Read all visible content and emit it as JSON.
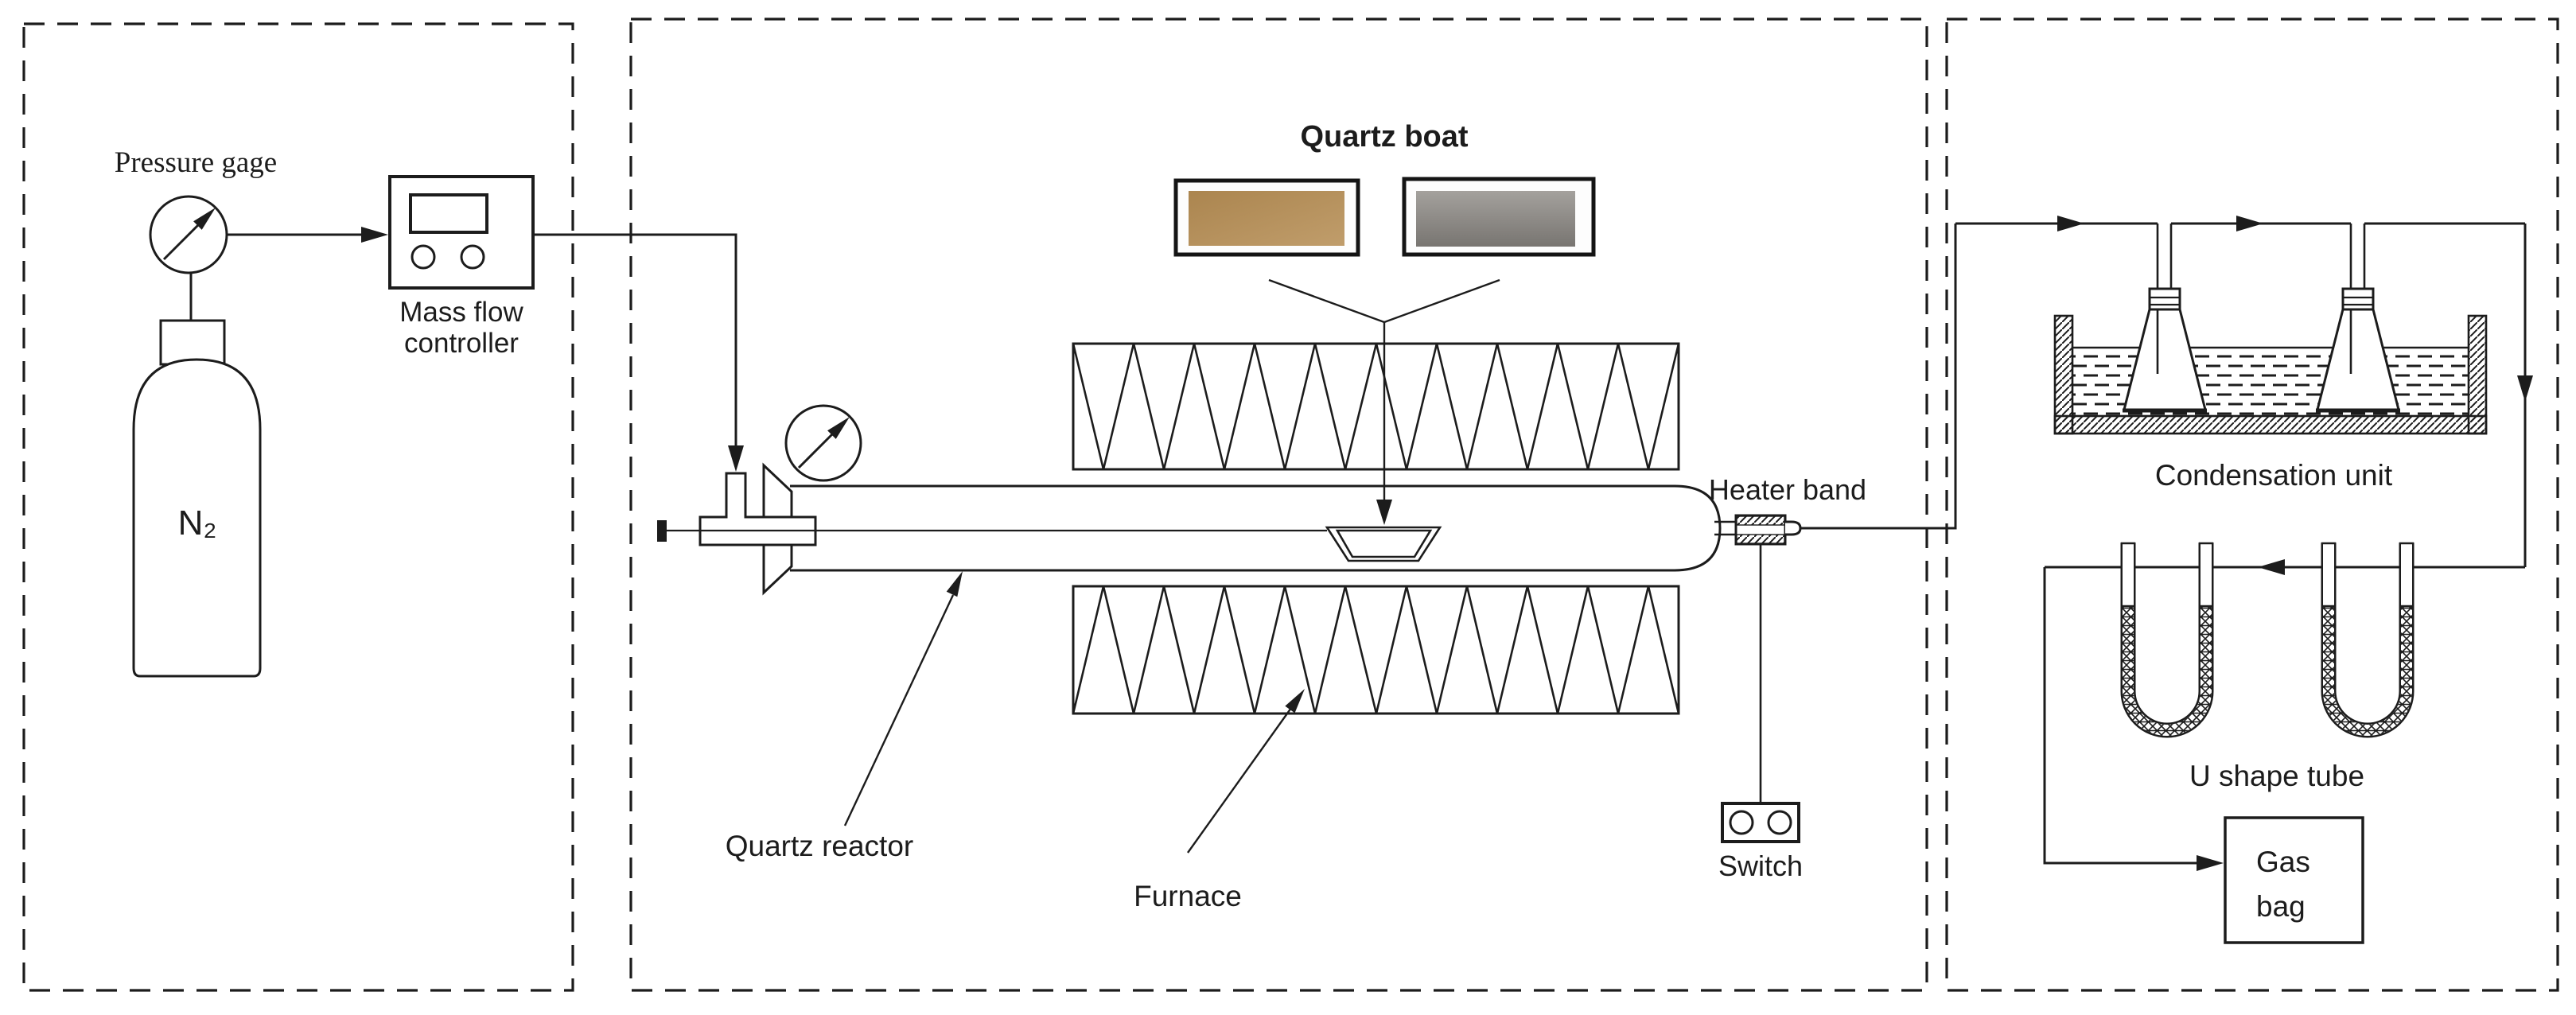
{
  "diagram": {
    "title_context": "Tube furnace pyrolysis schematic",
    "ink_color": "#1c1c1c",
    "background_color": "#ffffff",
    "gas_supply": {
      "pressure_gage_label": "Pressure gage",
      "cylinder_label": "N₂",
      "mfc_label_line1": "Mass flow",
      "mfc_label_line2": "controller"
    },
    "reactor": {
      "quartz_boat_label": "Quartz boat",
      "quartz_reactor_label": "Quartz reactor",
      "furnace_label": "Furnace",
      "heater_band_label": "Heater band",
      "switch_label": "Switch"
    },
    "collection": {
      "condensation_label": "Condensation unit",
      "u_tube_label": "U shape tube",
      "gas_bag_line1": "Gas",
      "gas_bag_line2": "bag"
    },
    "photos": {
      "boat_before_color_start": "#ab854f",
      "boat_before_color_end": "#c09d6b",
      "boat_after_color_start": "#a4a19d",
      "boat_after_color_end": "#787571"
    }
  }
}
